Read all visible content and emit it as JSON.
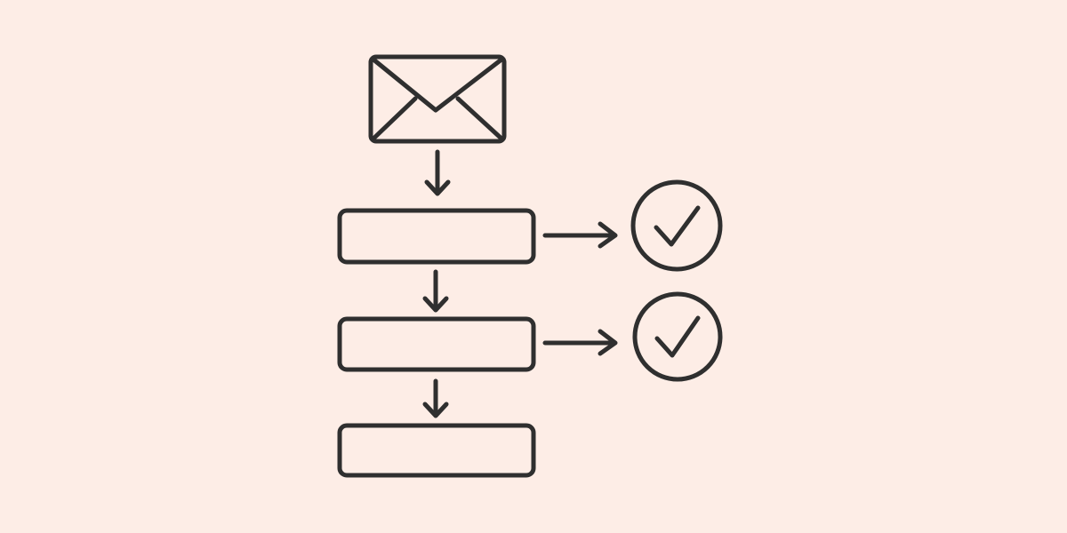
{
  "colors": {
    "background": "#fdede6",
    "stroke": "#2f2f2f"
  },
  "diagram": {
    "nodes": [
      {
        "id": "email",
        "icon": "envelope-icon"
      },
      {
        "id": "step-1",
        "icon": "none",
        "outcome": "check-circle-icon"
      },
      {
        "id": "step-2",
        "icon": "none",
        "outcome": "check-circle-icon"
      },
      {
        "id": "step-3",
        "icon": "none"
      }
    ]
  }
}
